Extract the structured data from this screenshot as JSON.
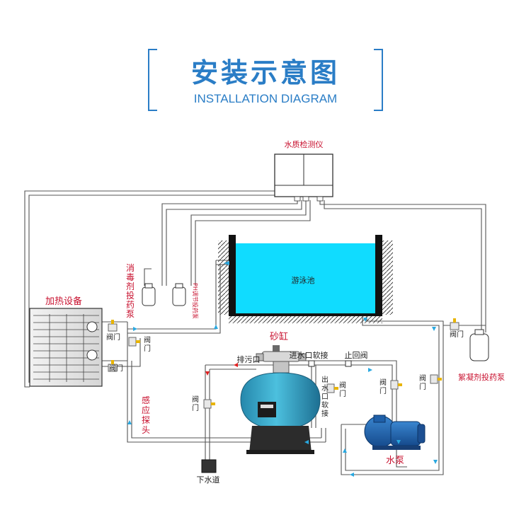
{
  "header": {
    "title_zh": "安装示意图",
    "title_en": "INSTALLATION DIAGRAM"
  },
  "components": {
    "water_tester": "水质检测仪",
    "pool": "游泳池",
    "heater": "加热设备",
    "disinfectant_pump": [
      "消",
      "毒",
      "剂",
      "投",
      "药",
      "泵"
    ],
    "ph_pump": "PH调节投药泵",
    "flocculant_pump": "絮凝剂投药泵",
    "sand_filter": "砂缸",
    "water_pump": "水泵",
    "drain": "下水道",
    "sensor": [
      "感",
      "应",
      "探",
      "头"
    ]
  },
  "pipe_labels": {
    "sewage": "排污口",
    "inlet_hose": "进水口软接",
    "check_valve": "止回阀",
    "outlet_hose": [
      "出",
      "水",
      "口",
      "软",
      "接"
    ]
  },
  "valve_label": "阀门",
  "valve_label_chars": [
    "阀",
    "门"
  ],
  "colors": {
    "brand_blue": "#2a7dc6",
    "water": "#10dcff",
    "label_red": "#c8102e",
    "filter_tank": "#3aa6c6",
    "pump_blue": "#1f5fa8"
  }
}
